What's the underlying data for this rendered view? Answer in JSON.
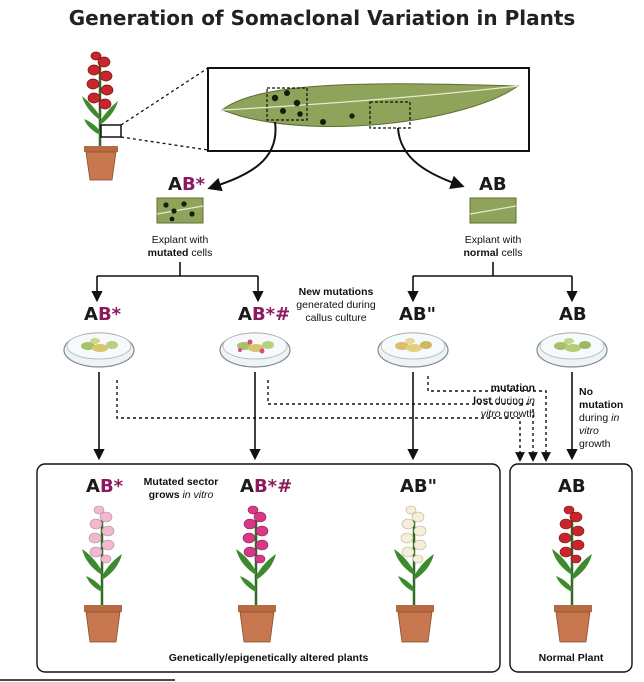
{
  "title": "Generation of Somaclonal Variation in Plants",
  "labels": {
    "ab_mut": {
      "a": "A",
      "b": "B",
      "mark": "*"
    },
    "ab_normal": "AB",
    "ab_mut_new": {
      "a": "A",
      "b": "B",
      "mark": "*#"
    },
    "ab_lost": {
      "a": "AB",
      "mark": "\""
    }
  },
  "explant_mutated": {
    "line1": "Explant with",
    "line2_bold": "mutated",
    "line2_rest": " cells"
  },
  "explant_normal": {
    "line1": "Explant with",
    "line2_bold": "normal",
    "line2_rest": " cells"
  },
  "new_mutations": {
    "bold": "New mutations",
    "rest1": "generated during",
    "rest2": "callus culture"
  },
  "mutation_lost": {
    "bold": "mutation",
    "line2_bold": "lost",
    "line2_rest": " during ",
    "line2_italic": "in",
    "line3_italic": "vitro",
    "line3_rest": " growth"
  },
  "no_mutation": {
    "bold1": "No",
    "bold2": "mutation",
    "line3": "during ",
    "line3_italic": "in",
    "line4_italic": "vitro",
    "line5": "growth"
  },
  "mutated_sector": {
    "bold": "Mutated sector",
    "line2_bold": "grows ",
    "line2_italic": "in vitro"
  },
  "box_left_caption": "Genetically/epigenetically altered plants",
  "box_right_caption": "Normal Plant",
  "colors": {
    "red_flower": "#c8262d",
    "pink_flower": "#f1b9cf",
    "magenta_flower": "#d63a86",
    "cream_flower": "#f4efd9",
    "leaf": "#8fa35a",
    "pot": "#c7784f",
    "mut_text": "#8b1a5e"
  }
}
